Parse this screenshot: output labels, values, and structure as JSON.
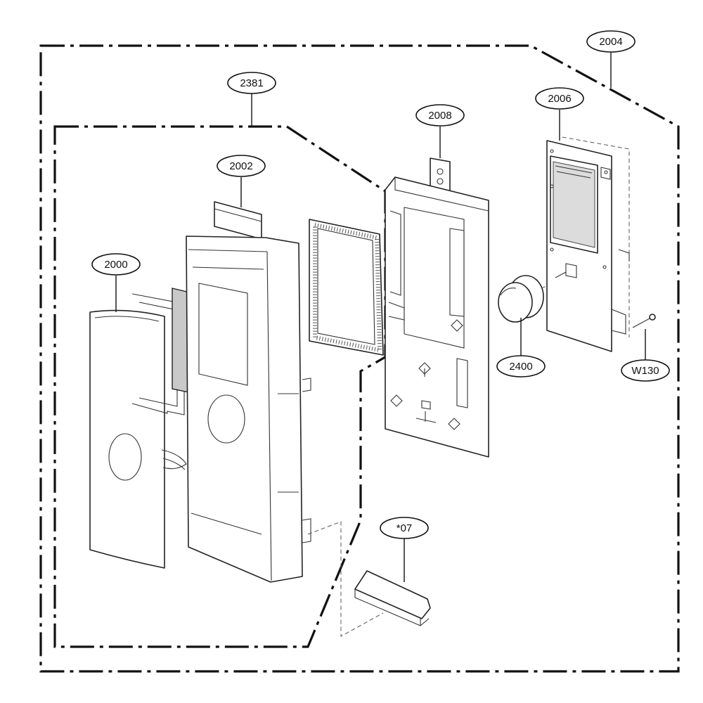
{
  "diagram": {
    "callouts": [
      {
        "id": "2004",
        "label": "2004"
      },
      {
        "id": "2381",
        "label": "2381"
      },
      {
        "id": "2006",
        "label": "2006"
      },
      {
        "id": "2008",
        "label": "2008"
      },
      {
        "id": "2002",
        "label": "2002"
      },
      {
        "id": "2000",
        "label": "2000"
      },
      {
        "id": "2400",
        "label": "2400"
      },
      {
        "id": "W130",
        "label": "W130"
      },
      {
        "id": "07",
        "label": "*07"
      }
    ]
  }
}
